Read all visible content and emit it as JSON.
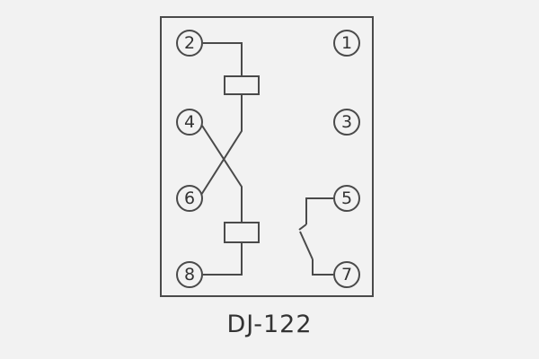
{
  "title": "DJ-122",
  "colors": {
    "line": "#4a4a4a",
    "background": "#f2f2f2",
    "text": "#333333"
  },
  "terminals": {
    "t1": {
      "label": "1"
    },
    "t2": {
      "label": "2"
    },
    "t3": {
      "label": "3"
    },
    "t4": {
      "label": "4"
    },
    "t5": {
      "label": "5"
    },
    "t6": {
      "label": "6"
    },
    "t7": {
      "label": "7"
    },
    "t8": {
      "label": "8"
    }
  },
  "components": {
    "upper_coil": "relay-coil",
    "lower_coil": "relay-coil",
    "contact": "normally-open-contact"
  }
}
